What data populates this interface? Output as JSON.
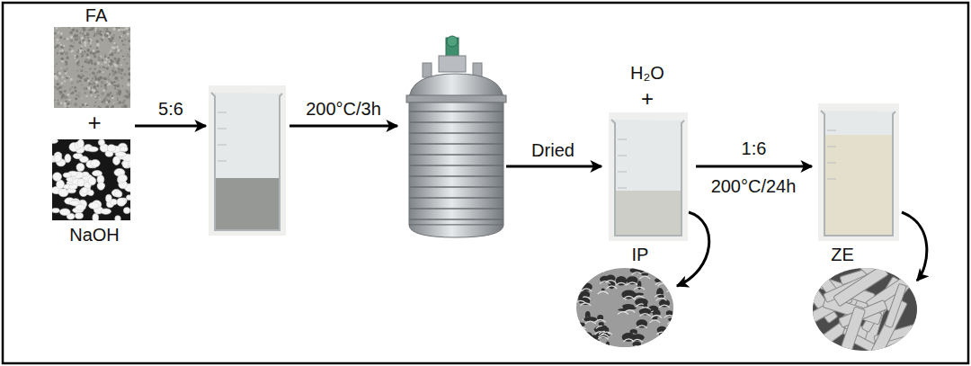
{
  "diagram": {
    "nodes": [
      {
        "text": [
          "FA"
        ]
      },
      {
        "text": [
          "NaOH"
        ]
      },
      {
        "text": [
          "H₂O",
          "+",
          "IP"
        ]
      },
      {
        "text": [
          "ZE"
        ]
      }
    ],
    "edges": [
      {
        "from": 2,
        "to": 3,
        "label": "1:6",
        "arrow": "to"
      }
    ],
    "labels": [
      "+",
      "5:6",
      "200°C/3h",
      "Dried",
      "200°C/24h"
    ]
  }
}
